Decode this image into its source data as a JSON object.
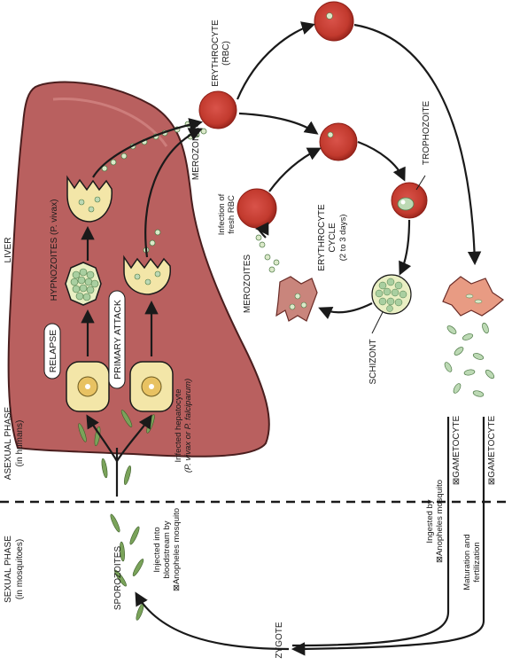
{
  "phases": {
    "sexual": {
      "title": "SEXUAL PHASE",
      "sub": "(in mosquitoes)"
    },
    "asexual": {
      "title": "ASEXUAL PHASE",
      "sub": "(in humans)"
    },
    "liver": "LIVER"
  },
  "labels": {
    "sporozoites": "SPOROZOITES",
    "injected_1": "Injected into",
    "injected_2": "bloodstream by",
    "injected_3": "⊠Anopheles mosquito",
    "infected_1": "Infected hepatocyte",
    "infected_2": "(P. vivax or P. falciparum)",
    "primary_attack": "PRIMARY ATTACK",
    "relapse": "RELAPSE",
    "hypnozoites": "HYPNOZOITES (P. vivax)",
    "merozoites_liver": "MEROZOITES",
    "erythrocyte": "ERYTHROCYTE",
    "rbc": "(RBC)",
    "merozoites_blood": "MEROZOITES",
    "infection_1": "Infection of",
    "infection_2": "fresh RBC",
    "cycle_1": "ERYTHROCYTE",
    "cycle_2": "CYCLE",
    "cycle_3": "(2 to 3 days)",
    "trophozoite": "TROPHOZOITE",
    "schizont": "SCHIZONT",
    "gametocyte_1": "⊠GAMETOCYTE",
    "gametocyte_2": "⊠GAMETOCYTE",
    "ingested_1": "Ingested by",
    "ingested_2": "⊠Anopheles mosquito",
    "maturation_1": "Maturation and",
    "maturation_2": "fertilization",
    "zygote": "ZYGOTE"
  },
  "colors": {
    "liver": "#b9605f",
    "liver_edge": "#4a1e1e",
    "rbc": "#c23a2e",
    "rbc_dark": "#8e1f17",
    "cell": "#f3e6a8",
    "nucleus": "#e8c262",
    "parasite": "#bcd9b4",
    "schizont": "#a9cfa0",
    "sporozoite": "#7aa35a"
  }
}
